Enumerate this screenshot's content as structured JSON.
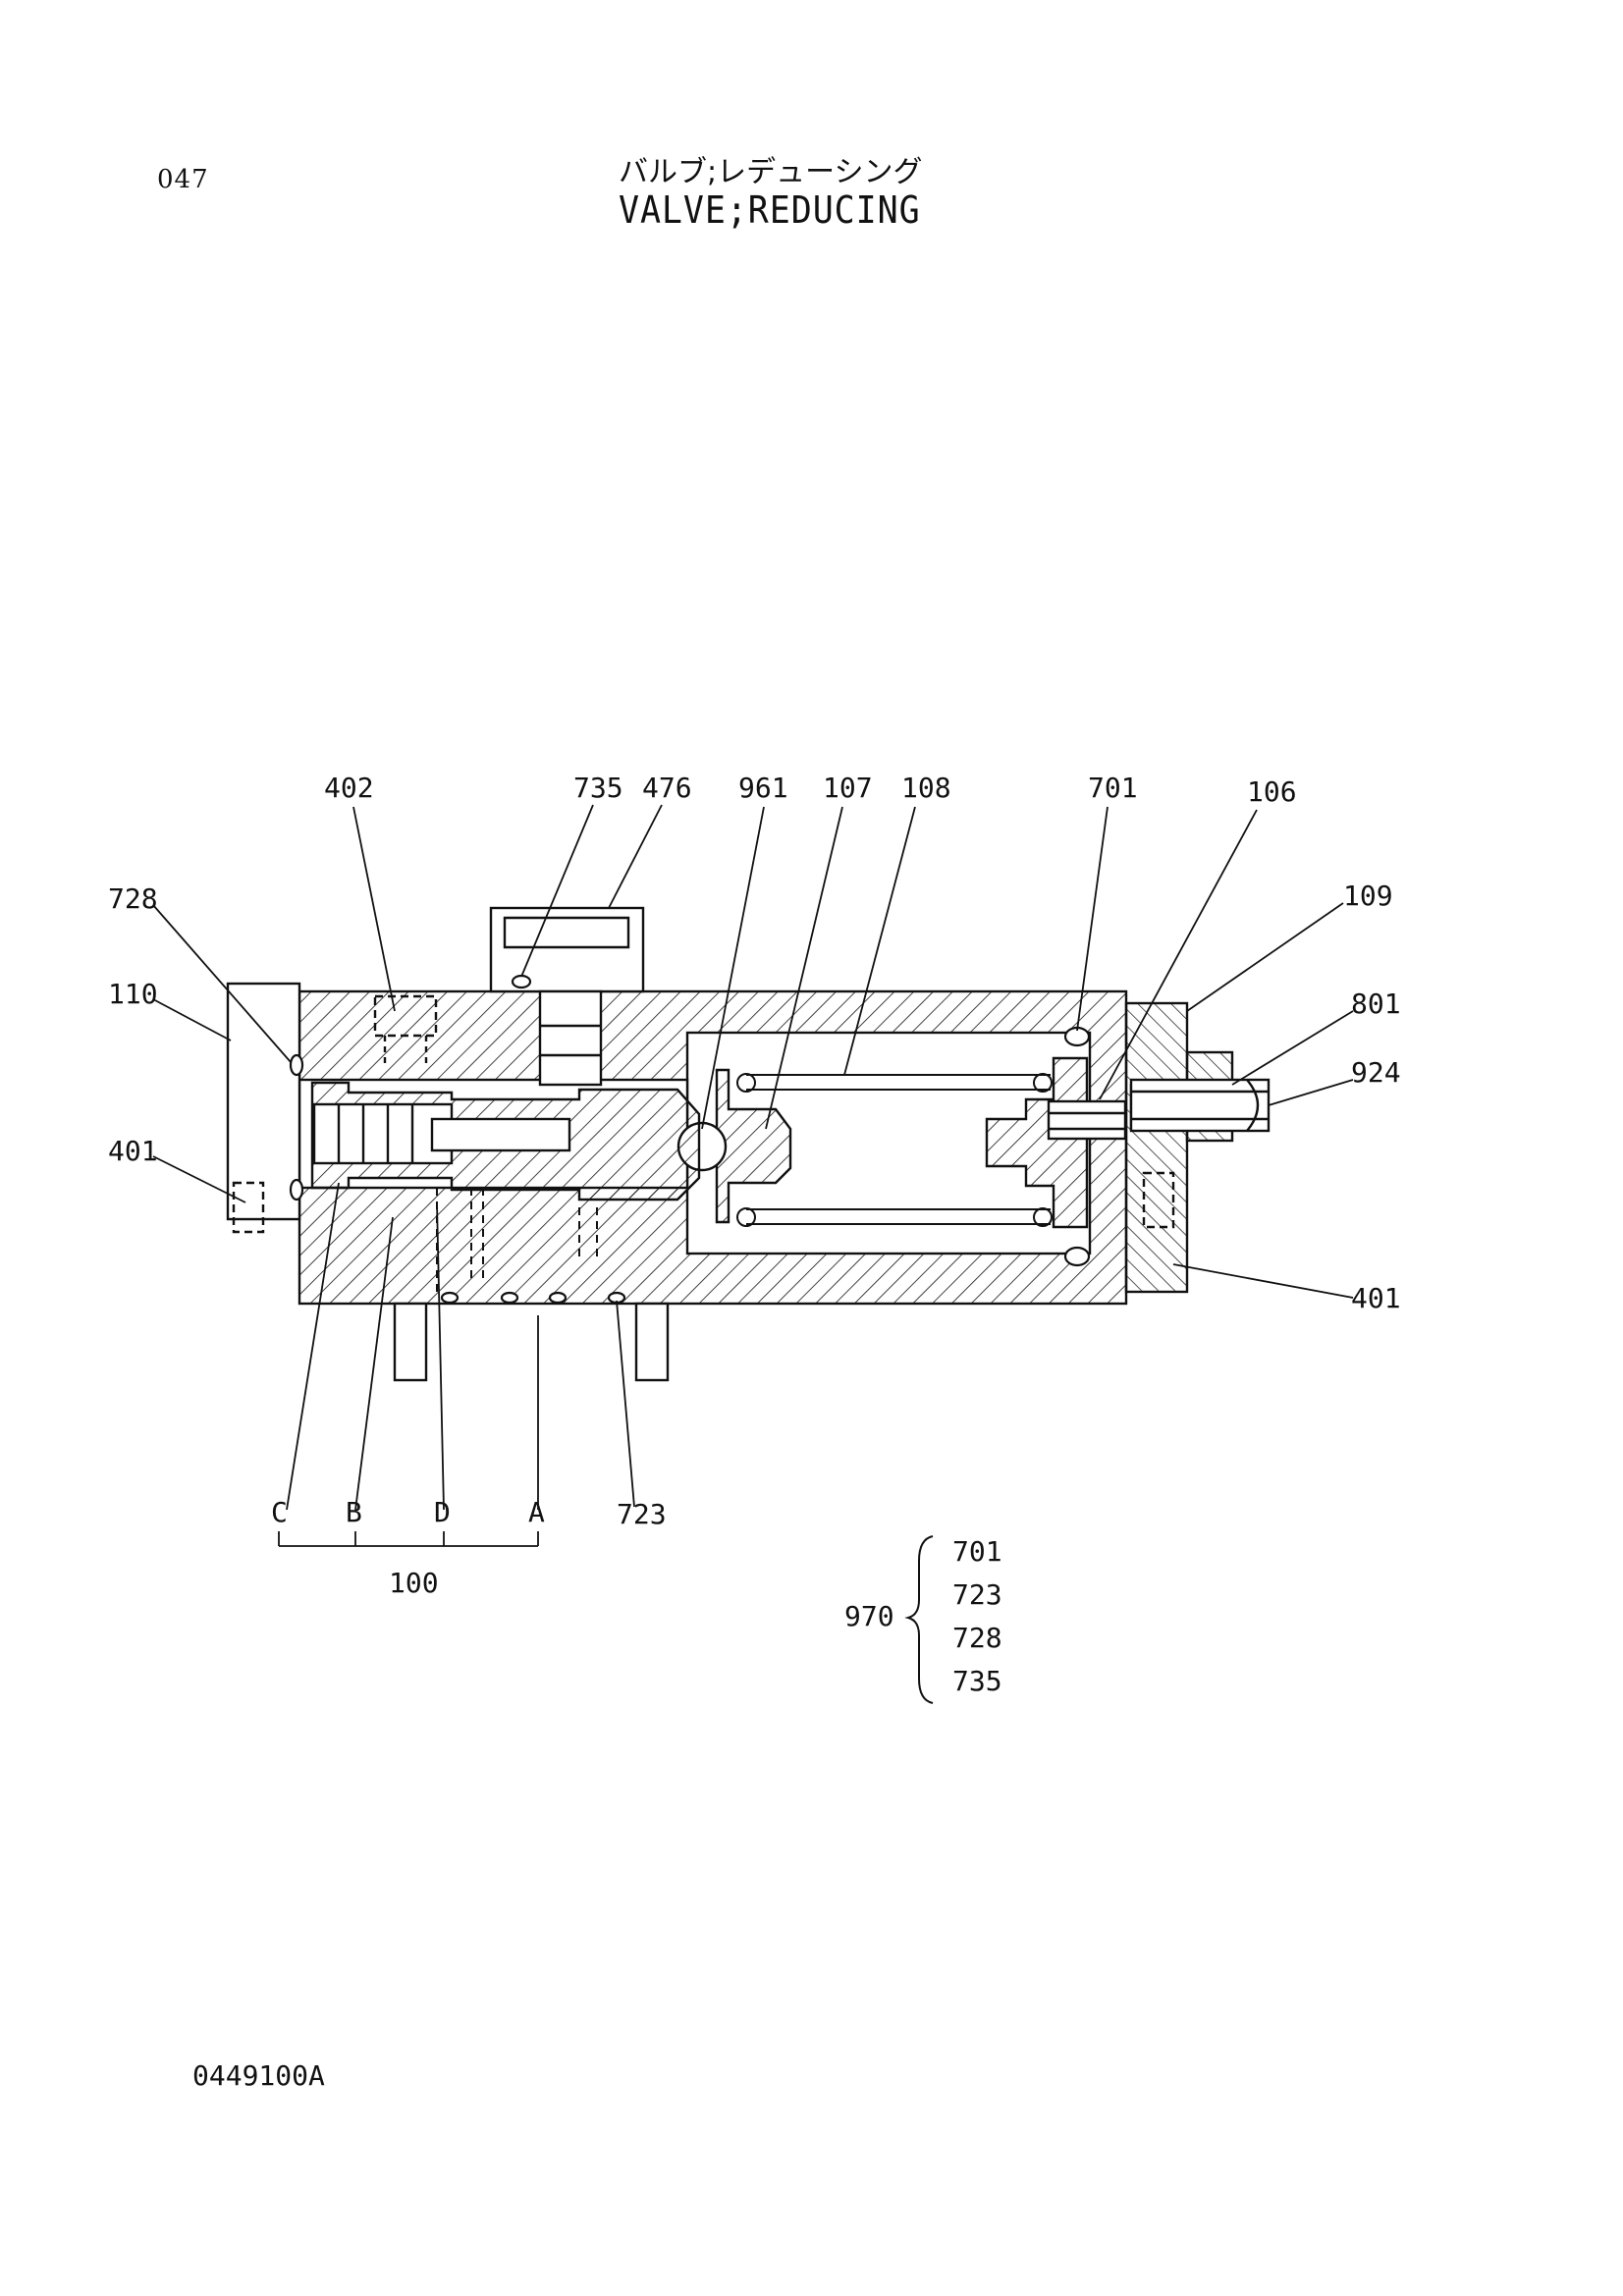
{
  "header": {
    "page_number": "047",
    "title_jp": "バルブ;レデューシング",
    "title_en": "VALVE;REDUCING"
  },
  "footer": {
    "drawing_code": "0449100A"
  },
  "callouts": {
    "c402": "402",
    "c735": "735",
    "c476": "476",
    "c961": "961",
    "c107": "107",
    "c108": "108",
    "c701": "701",
    "c106": "106",
    "c728": "728",
    "c110": "110",
    "c109": "109",
    "c801": "801",
    "c924": "924",
    "c401_left": "401",
    "c401_right": "401",
    "c723": "723"
  },
  "ports": {
    "c": "C",
    "b": "B",
    "d": "D",
    "a": "A",
    "group": "100"
  },
  "seal_kit": {
    "kit_number": "970",
    "items": [
      "701",
      "723",
      "728",
      "735"
    ]
  },
  "colors": {
    "ink": "#111111",
    "paper": "#ffffff"
  }
}
